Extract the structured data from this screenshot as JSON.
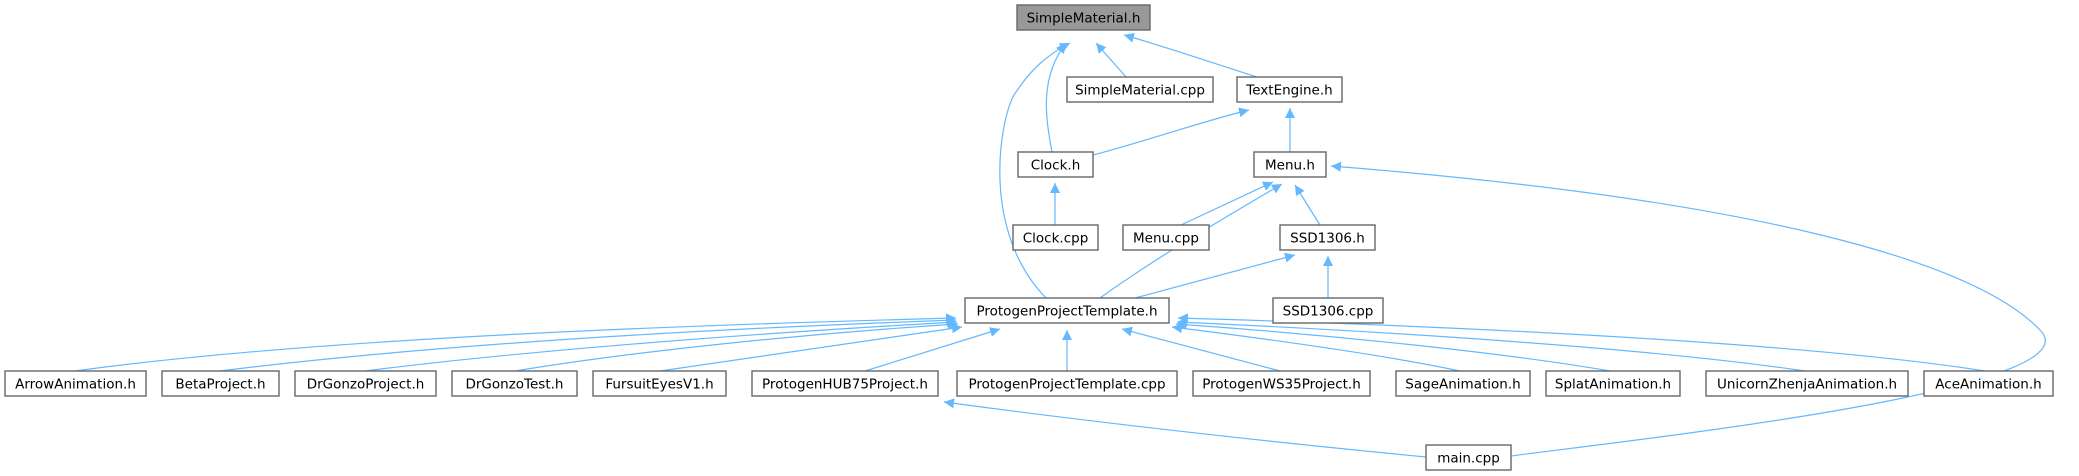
{
  "graph": {
    "colors": {
      "edge": "#63b8ff",
      "node_fill": "#ffffff",
      "node_border": "#666666",
      "highlight_fill": "#999999",
      "text": "#000000"
    },
    "nodes": [
      {
        "id": "simplematerial-h",
        "label": "SimpleMaterial.h",
        "highlight": true
      },
      {
        "id": "simplematerial-cpp",
        "label": "SimpleMaterial.cpp"
      },
      {
        "id": "textengine-h",
        "label": "TextEngine.h"
      },
      {
        "id": "clock-h",
        "label": "Clock.h"
      },
      {
        "id": "menu-h",
        "label": "Menu.h"
      },
      {
        "id": "clock-cpp",
        "label": "Clock.cpp"
      },
      {
        "id": "menu-cpp",
        "label": "Menu.cpp"
      },
      {
        "id": "ssd1306-h",
        "label": "SSD1306.h"
      },
      {
        "id": "protogenprojecttemplate-h",
        "label": "ProtogenProjectTemplate.h"
      },
      {
        "id": "ssd1306-cpp",
        "label": "SSD1306.cpp"
      },
      {
        "id": "arrowanimation-h",
        "label": "ArrowAnimation.h"
      },
      {
        "id": "betaproject-h",
        "label": "BetaProject.h"
      },
      {
        "id": "drgonzoproject-h",
        "label": "DrGonzoProject.h"
      },
      {
        "id": "drgonzotest-h",
        "label": "DrGonzoTest.h"
      },
      {
        "id": "fursuiteyesv1-h",
        "label": "FursuitEyesV1.h"
      },
      {
        "id": "protogenhub75project-h",
        "label": "ProtogenHUB75Project.h"
      },
      {
        "id": "protogenprojecttemplate-cpp",
        "label": "ProtogenProjectTemplate.cpp"
      },
      {
        "id": "protogenws35project-h",
        "label": "ProtogenWS35Project.h"
      },
      {
        "id": "sageanimation-h",
        "label": "SageAnimation.h"
      },
      {
        "id": "splatanimation-h",
        "label": "SplatAnimation.h"
      },
      {
        "id": "unicornzhenjaanimation-h",
        "label": "UnicornZhenjaAnimation.h"
      },
      {
        "id": "aceanimation-h",
        "label": "AceAnimation.h"
      },
      {
        "id": "main-cpp",
        "label": "main.cpp"
      }
    ],
    "edges": [
      {
        "from": "simplematerial-cpp",
        "to": "simplematerial-h"
      },
      {
        "from": "textengine-h",
        "to": "simplematerial-h"
      },
      {
        "from": "clock-h",
        "to": "simplematerial-h"
      },
      {
        "from": "protogenprojecttemplate-h",
        "to": "simplematerial-h"
      },
      {
        "from": "clock-h",
        "to": "textengine-h"
      },
      {
        "from": "menu-h",
        "to": "textengine-h"
      },
      {
        "from": "clock-cpp",
        "to": "clock-h"
      },
      {
        "from": "menu-cpp",
        "to": "menu-h"
      },
      {
        "from": "ssd1306-h",
        "to": "menu-h"
      },
      {
        "from": "protogenprojecttemplate-h",
        "to": "menu-h"
      },
      {
        "from": "main-cpp",
        "to": "menu-h"
      },
      {
        "from": "protogenprojecttemplate-h",
        "to": "ssd1306-h"
      },
      {
        "from": "ssd1306-cpp",
        "to": "ssd1306-h"
      },
      {
        "from": "arrowanimation-h",
        "to": "protogenprojecttemplate-h"
      },
      {
        "from": "betaproject-h",
        "to": "protogenprojecttemplate-h"
      },
      {
        "from": "drgonzoproject-h",
        "to": "protogenprojecttemplate-h"
      },
      {
        "from": "drgonzotest-h",
        "to": "protogenprojecttemplate-h"
      },
      {
        "from": "fursuiteyesv1-h",
        "to": "protogenprojecttemplate-h"
      },
      {
        "from": "protogenhub75project-h",
        "to": "protogenprojecttemplate-h"
      },
      {
        "from": "protogenprojecttemplate-cpp",
        "to": "protogenprojecttemplate-h"
      },
      {
        "from": "protogenws35project-h",
        "to": "protogenprojecttemplate-h"
      },
      {
        "from": "sageanimation-h",
        "to": "protogenprojecttemplate-h"
      },
      {
        "from": "splatanimation-h",
        "to": "protogenprojecttemplate-h"
      },
      {
        "from": "unicornzhenjaanimation-h",
        "to": "protogenprojecttemplate-h"
      },
      {
        "from": "aceanimation-h",
        "to": "protogenprojecttemplate-h"
      },
      {
        "from": "main-cpp",
        "to": "protogenhub75project-h"
      }
    ]
  }
}
